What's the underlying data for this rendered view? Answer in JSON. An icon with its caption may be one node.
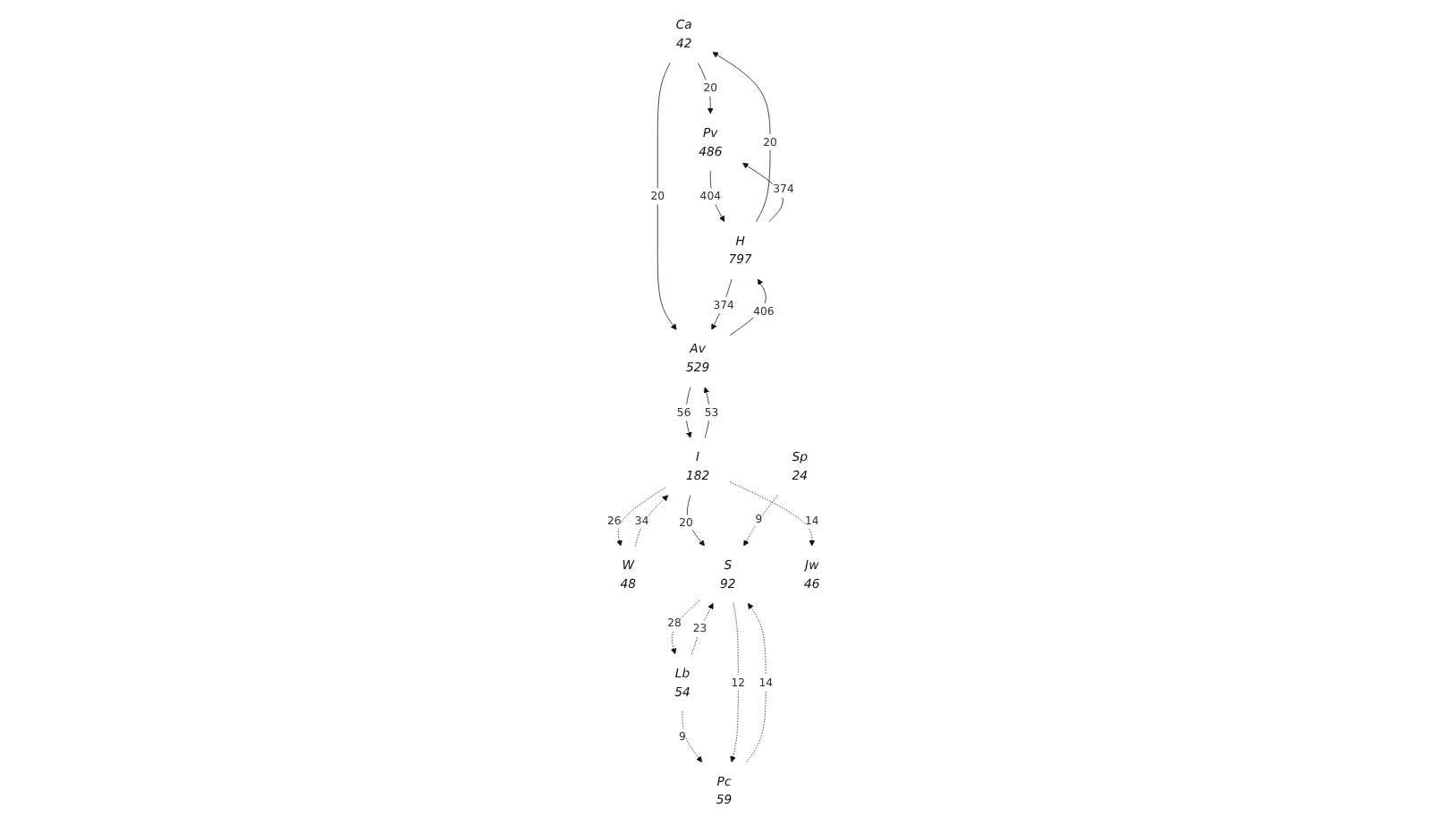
{
  "diagram": {
    "nodes": [
      {
        "text": [
          "Ca",
          "42"
        ]
      },
      {
        "text": [
          "Pv",
          "486"
        ]
      },
      {
        "text": [
          "H",
          "797"
        ]
      },
      {
        "text": [
          "Av",
          "529"
        ]
      },
      {
        "text": [
          "Pc",
          "59"
        ]
      },
      {
        "text": [
          "W",
          "48"
        ]
      },
      {
        "text": [
          "I",
          "182"
        ]
      },
      {
        "text": [
          "S",
          "92"
        ]
      },
      {
        "text": [
          "Sp",
          "24"
        ]
      },
      {
        "text": [
          "Jw",
          "46"
        ]
      },
      {
        "text": [
          "Lb",
          "54"
        ]
      }
    ],
    "edges": [
      {
        "from": 0,
        "to": 1,
        "arrow": "to",
        "label": "20"
      },
      {
        "from": 2,
        "to": 0,
        "arrow": "to",
        "label": "20"
      },
      {
        "from": 0,
        "to": 3,
        "arrow": "to",
        "label": "20"
      },
      {
        "from": 2,
        "to": 1,
        "arrow": "to",
        "label": "374"
      },
      {
        "from": 1,
        "to": 2,
        "arrow": "to",
        "label": "404"
      },
      {
        "from": 3,
        "to": 2,
        "arrow": "to",
        "label": "406"
      },
      {
        "from": 2,
        "to": 3,
        "arrow": "to",
        "label": "374"
      },
      {
        "from": 6,
        "to": 3,
        "arrow": "to",
        "label": "53"
      },
      {
        "from": 3,
        "to": 6,
        "arrow": "to",
        "label": "56"
      },
      {
        "from": 5,
        "to": 6,
        "arrow": "to",
        "label": "34",
        "style": "dashed"
      },
      {
        "from": 6,
        "to": 5,
        "arrow": "to",
        "label": "26",
        "style": "dashed"
      },
      {
        "from": 6,
        "to": 7,
        "arrow": "to",
        "label": "20"
      },
      {
        "from": 10,
        "to": 4,
        "arrow": "to",
        "label": "9",
        "style": "dashed"
      },
      {
        "from": 7,
        "to": 4,
        "arrow": "to",
        "label": "12",
        "style": "dashed"
      },
      {
        "from": 4,
        "to": 7,
        "arrow": "to",
        "label": "14",
        "style": "dashed"
      },
      {
        "from": 8,
        "to": 7,
        "arrow": "to",
        "label": "9",
        "style": "dashed"
      },
      {
        "from": 10,
        "to": 7,
        "arrow": "to",
        "label": "23",
        "style": "dashed"
      },
      {
        "from": 7,
        "to": 10,
        "arrow": "to",
        "label": "28",
        "style": "dashed"
      },
      {
        "from": 6,
        "to": 9,
        "arrow": "to",
        "label": "14",
        "style": "dashed"
      }
    ]
  }
}
